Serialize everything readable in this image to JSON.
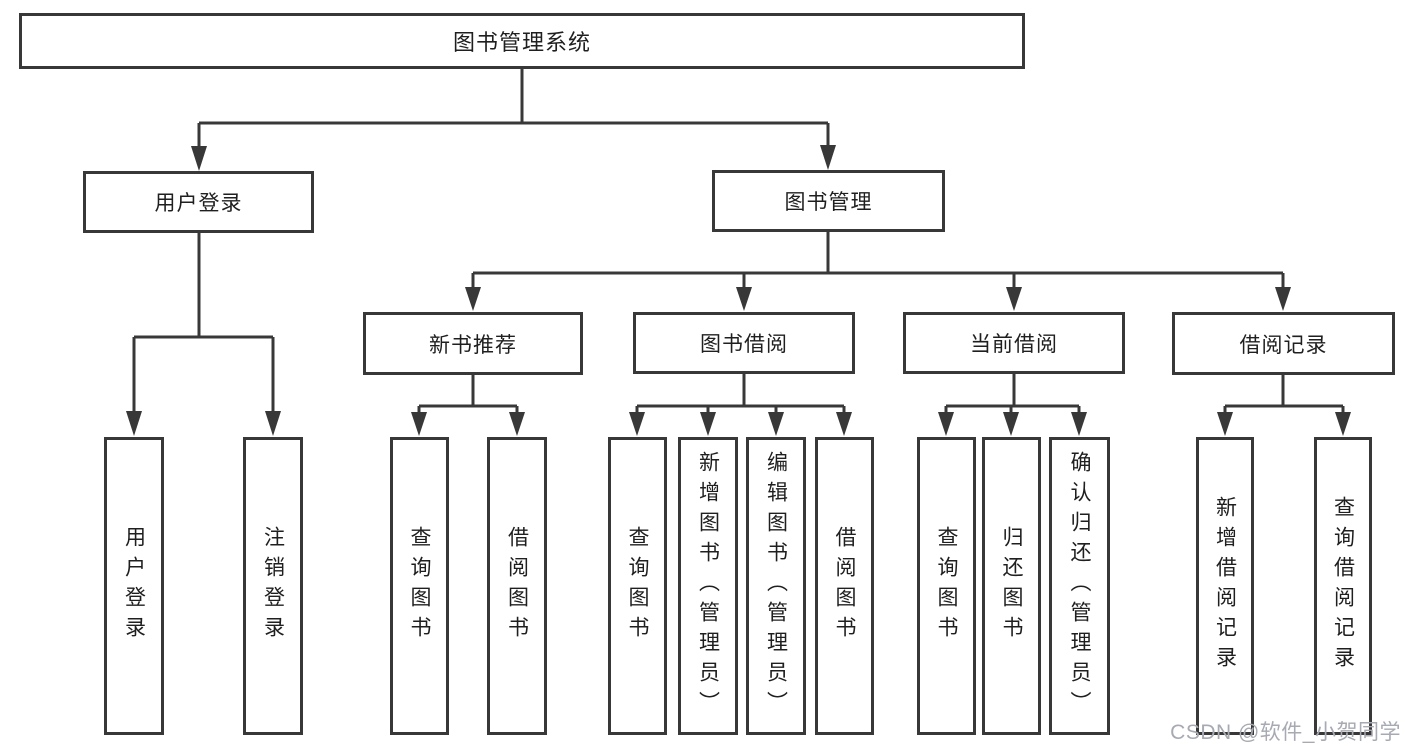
{
  "title": "图书管理系统",
  "level2": {
    "user_login": "用户登录",
    "book_mgmt": "图书管理"
  },
  "level3": [
    "新书推荐",
    "图书借阅",
    "当前借阅",
    "借阅记录"
  ],
  "leaves": {
    "user_login": [
      "用户登录",
      "注销登录"
    ],
    "new_book_rec": [
      "查询图书",
      "借阅图书"
    ],
    "book_borrow": [
      "查询图书",
      "新增图书（管理员）",
      "编辑图书（管理员）",
      "借阅图书"
    ],
    "current_borrow": [
      "查询图书",
      "归还图书",
      "确认归还（管理员）"
    ],
    "borrow_records": [
      "新增借阅记录",
      "查询借阅记录"
    ]
  },
  "watermark": "CSDN @软件_小贺同学",
  "colors": {
    "line": "#383838",
    "text": "#1f1f1f",
    "box_background": "#ffffff",
    "watermark": "#a7aab2"
  }
}
